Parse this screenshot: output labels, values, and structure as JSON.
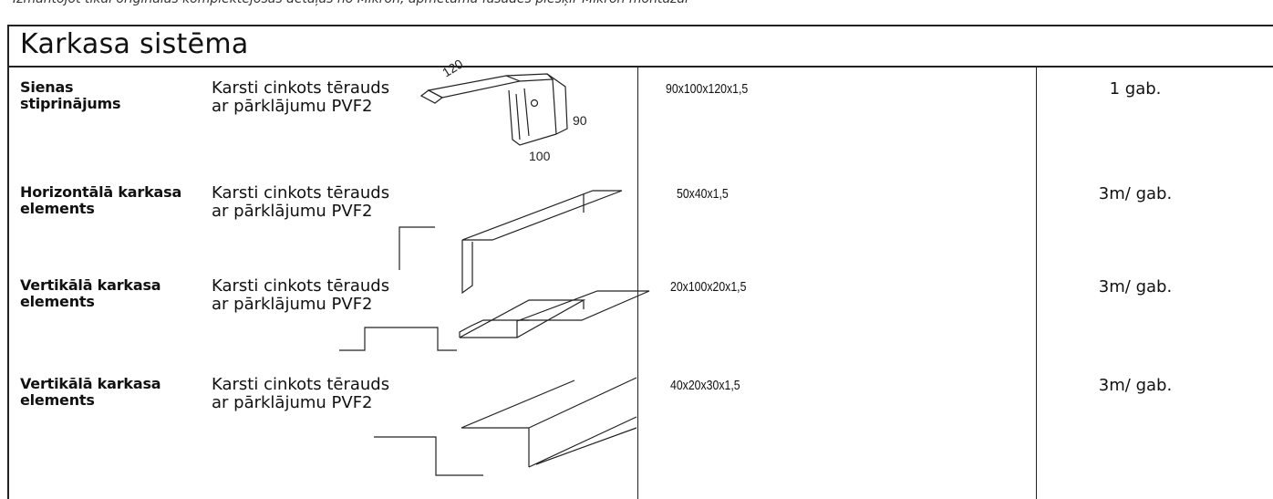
{
  "top_note": "Izmantojot tikai oriģinālās komplektējošās detaļas no Mikron, apmetuma fasādes piešķir Mikron montāžai",
  "section_title": "Karkasa sistēma",
  "rows": [
    {
      "name_line1": "Sienas",
      "name_line2": "stiprinājums",
      "material_line1": "Karsti cinkots tērauds",
      "material_line2": "ar pārklājumu PVF2",
      "dimensions": "90x100x120x1,5",
      "quantity": "1 gab.",
      "drawing_labels": [
        "120",
        "90",
        "100"
      ]
    },
    {
      "name_line1": "Horizontālā karkasa",
      "name_line2": "elements",
      "material_line1": "Karsti cinkots tērauds",
      "material_line2": "ar pārklājumu PVF2",
      "dimensions": "50x40x1,5",
      "quantity": "3m/ gab."
    },
    {
      "name_line1": "Vertikālā karkasa",
      "name_line2": "elements",
      "material_line1": "Karsti cinkots tērauds",
      "material_line2": "ar pārklājumu PVF2",
      "dimensions": "20x100x20x1,5",
      "quantity": "3m/ gab."
    },
    {
      "name_line1": "Vertikālā karkasa",
      "name_line2": "elements",
      "material_line1": "Karsti cinkots tērauds",
      "material_line2": "ar pārklājumu PVF2",
      "dimensions": "40x20x30x1,5",
      "quantity": "3m/ gab."
    }
  ]
}
